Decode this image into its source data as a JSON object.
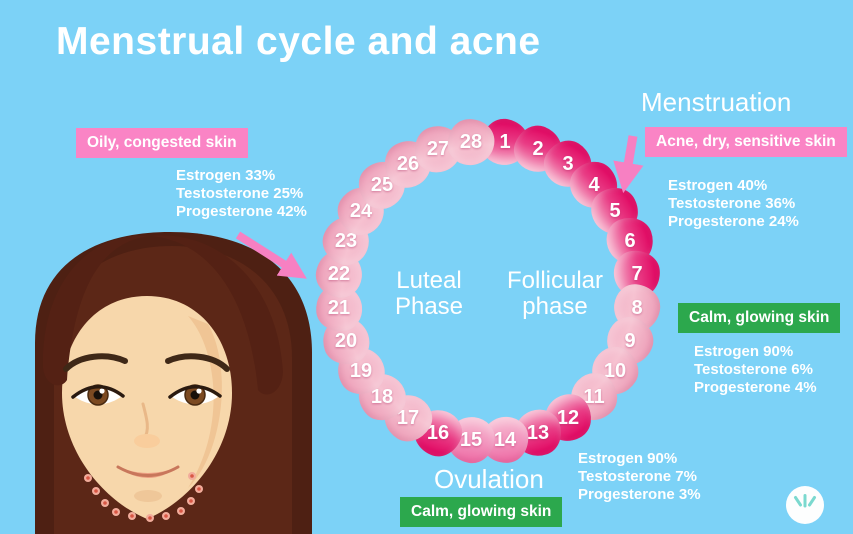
{
  "title": "Menstrual cycle and acne",
  "cycle": {
    "center_labels": [
      {
        "line1": "Luteal",
        "line2": "Phase"
      },
      {
        "line1": "Follicular",
        "line2": "phase"
      }
    ],
    "days": [
      {
        "day": 1,
        "tone": "dark"
      },
      {
        "day": 2,
        "tone": "dark"
      },
      {
        "day": 3,
        "tone": "dark"
      },
      {
        "day": 4,
        "tone": "dark"
      },
      {
        "day": 5,
        "tone": "dark"
      },
      {
        "day": 6,
        "tone": "dark"
      },
      {
        "day": 7,
        "tone": "dark"
      },
      {
        "day": 8,
        "tone": "light"
      },
      {
        "day": 9,
        "tone": "light"
      },
      {
        "day": 10,
        "tone": "light"
      },
      {
        "day": 11,
        "tone": "light"
      },
      {
        "day": 12,
        "tone": "dark"
      },
      {
        "day": 13,
        "tone": "dark"
      },
      {
        "day": 14,
        "tone": "medium"
      },
      {
        "day": 15,
        "tone": "medium"
      },
      {
        "day": 16,
        "tone": "dark"
      },
      {
        "day": 17,
        "tone": "light"
      },
      {
        "day": 18,
        "tone": "light"
      },
      {
        "day": 19,
        "tone": "light"
      },
      {
        "day": 20,
        "tone": "light"
      },
      {
        "day": 21,
        "tone": "light"
      },
      {
        "day": 22,
        "tone": "light"
      },
      {
        "day": 23,
        "tone": "light"
      },
      {
        "day": 24,
        "tone": "light"
      },
      {
        "day": 25,
        "tone": "light"
      },
      {
        "day": 26,
        "tone": "light"
      },
      {
        "day": 27,
        "tone": "light"
      },
      {
        "day": 28,
        "tone": "light"
      }
    ]
  },
  "annotations": {
    "luteal": {
      "badge": "Oily, congested skin",
      "hormones": [
        "Estrogen 33%",
        "Testosterone 25%",
        "Progesterone 42%"
      ]
    },
    "menstruation": {
      "heading": "Menstruation",
      "badge": "Acne, dry, sensitive skin",
      "hormones": [
        "Estrogen 40%",
        "Testosterone 36%",
        "Progesterone 24%"
      ]
    },
    "follicular": {
      "badge": "Calm, glowing skin",
      "hormones": [
        "Estrogen 90%",
        "Testosterone 6%",
        "Progesterone 4%"
      ]
    },
    "ovulation": {
      "heading": "Ovulation",
      "badge": "Calm, glowing skin",
      "hormones": [
        "Estrogen 90%",
        "Testosterone 7%",
        "Progesterone 3%"
      ]
    }
  },
  "colors": {
    "background": "#7CD2F7",
    "badge_pink": "#FA84C5",
    "badge_green": "#2CA84D",
    "arrow_pink": "#F780C2",
    "petal_dark": "#E5156B",
    "petal_medium": "#F078A9",
    "petal_light": "#F3AEC3",
    "text_white": "#FFFFFF",
    "logo_teal": "#7BD9CF"
  }
}
